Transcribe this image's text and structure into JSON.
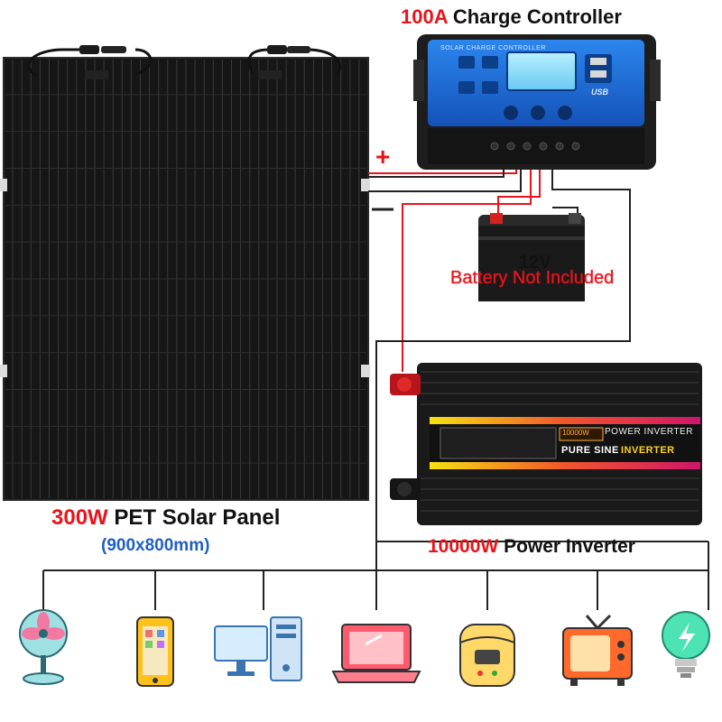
{
  "labels": {
    "charge_controller_amp": "100A",
    "charge_controller_name": "Charge Controller",
    "panel_watt": "300W",
    "panel_name": "PET Solar Panel",
    "panel_size": "(900x800mm)",
    "inverter_watt": "10000W",
    "inverter_name": "Power Inverter",
    "battery_voltage": "12V",
    "battery_note": "Battery Not Included",
    "plus_sign": "+"
  },
  "controller": {
    "screen_title": "SOLAR CHARGE CONTROLLER",
    "usb_label": "USB"
  },
  "inverter": {
    "display_value": "10000W",
    "brand_line1": "POWER INVERTER",
    "brand_line2a": "PURE SINE",
    "brand_line2b": "INVERTER"
  },
  "appliances": [
    "fan-icon",
    "phone-icon",
    "desktop-computer-icon",
    "laptop-icon",
    "rice-cooker-icon",
    "television-icon",
    "light-bulb-icon"
  ],
  "colors": {
    "accent_red": "#e8141b",
    "accent_blue": "#1f5fc6",
    "controller_blue": "#1e6fd9",
    "panel_black": "#161616"
  }
}
